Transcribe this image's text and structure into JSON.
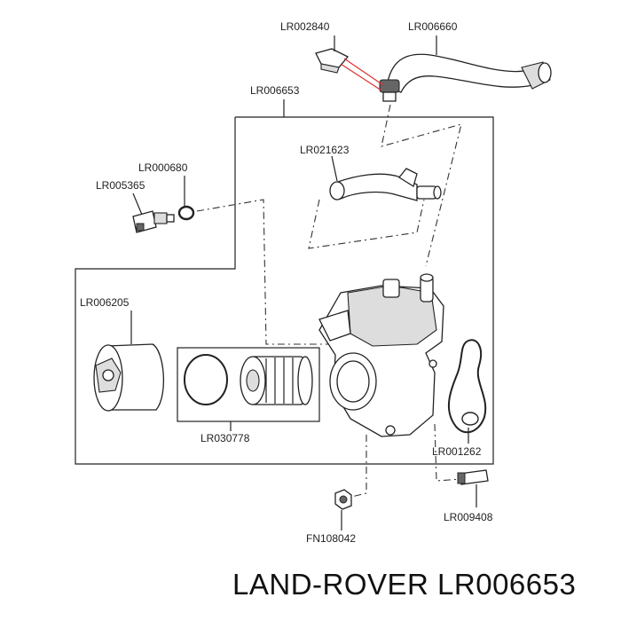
{
  "labels": {
    "lr002840": "LR002840",
    "lr006660": "LR006660",
    "lr006653": "LR006653",
    "lr021623": "LR021623",
    "lr000680": "LR000680",
    "lr005365": "LR005365",
    "lr006205": "LR006205",
    "lr030778": "LR030778",
    "lr001262": "LR001262",
    "lr009408": "LR009408",
    "fn108042": "FN108042"
  },
  "footer": {
    "brand_part": "LAND-ROVER LR006653"
  },
  "colors": {
    "leader_highlight": "#e03030"
  }
}
